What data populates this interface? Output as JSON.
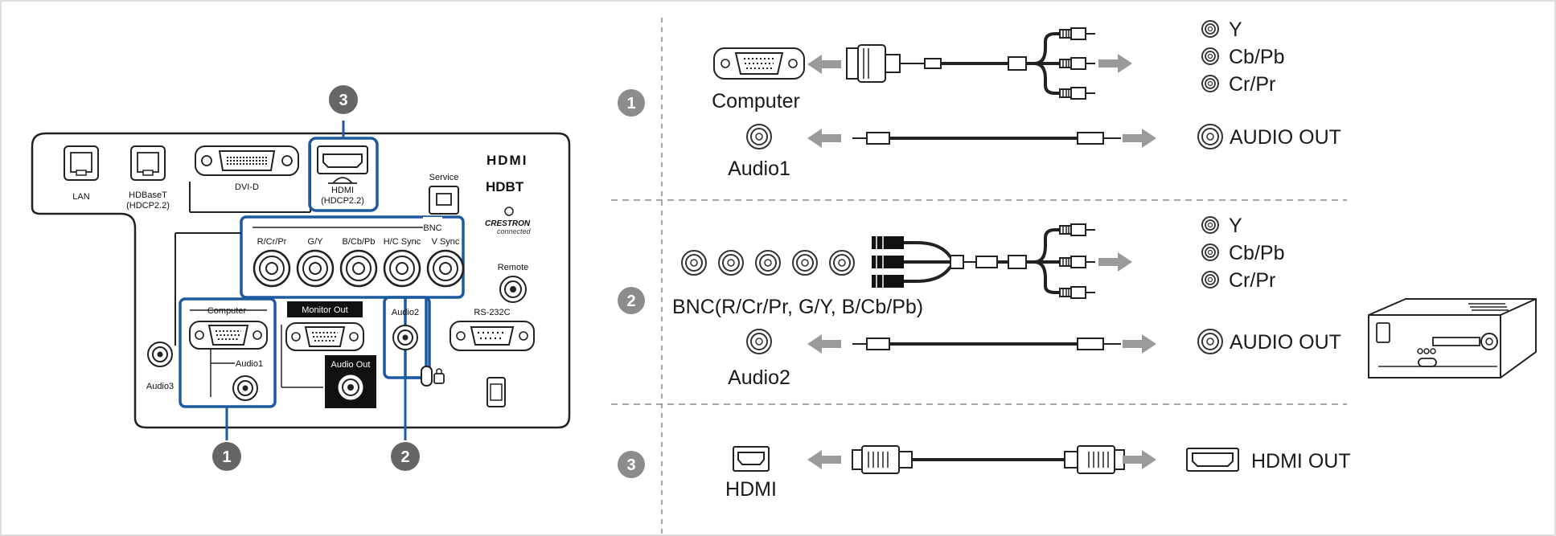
{
  "colors": {
    "callout_blue": "#1e5aa0",
    "marker_gray": "#8c8c8c",
    "arrow_gray": "#9a9a9a",
    "line_dark": "#222222",
    "panel_border": "#222222"
  },
  "callouts": [
    "1",
    "2",
    "3"
  ],
  "panel": {
    "lan": "LAN",
    "hdbaset_line1": "HDBaseT",
    "hdbaset_line2": "(HDCP2.2)",
    "dvid": "DVI-D",
    "hdmi_line1": "HDMI",
    "hdmi_line2": "(HDCP2.2)",
    "service": "Service",
    "hdmi_logo": "HDMI",
    "hdbaset_logo": "HDBT",
    "crestron_line1": "CRESTRON",
    "crestron_line2": "connected",
    "bnc_header": "BNC",
    "bnc_ports": [
      "R/Cr/Pr",
      "G/Y",
      "B/Cb/Pb",
      "H/C Sync",
      "V Sync"
    ],
    "remote": "Remote",
    "computer": "Computer",
    "audio1": "Audio1",
    "monitor_out": "Monitor Out",
    "audio_out": "Audio Out",
    "audio2": "Audio2",
    "rs232c": "RS-232C",
    "audio3": "Audio3"
  },
  "rows": {
    "row1": {
      "computer": "Computer",
      "audio": "Audio1",
      "outputs": [
        "Y",
        "Cb/Pb",
        "Cr/Pr"
      ],
      "audio_out": "AUDIO OUT"
    },
    "row2": {
      "bnc": "BNC(R/Cr/Pr, G/Y, B/Cb/Pb)",
      "audio": "Audio2",
      "outputs": [
        "Y",
        "Cb/Pb",
        "Cr/Pr"
      ],
      "audio_out": "AUDIO OUT"
    },
    "row3": {
      "hdmi": "HDMI",
      "hdmi_out": "HDMI OUT"
    }
  }
}
